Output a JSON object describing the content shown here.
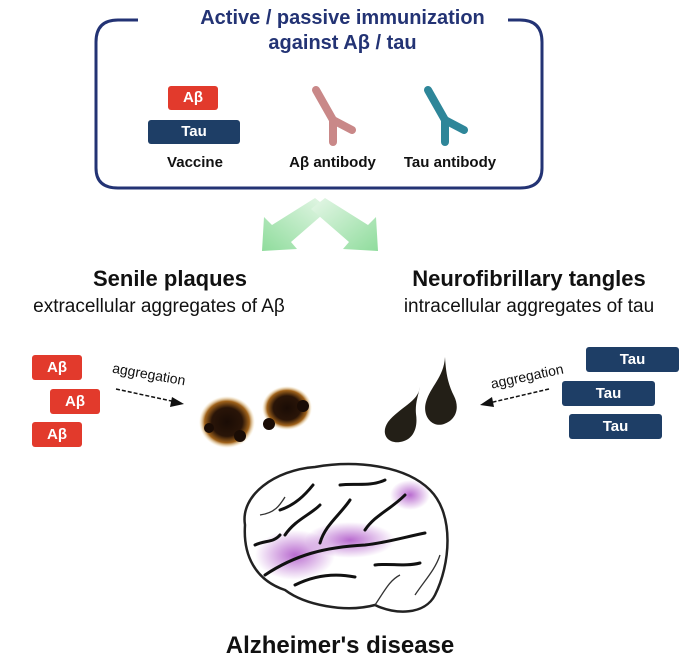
{
  "immunization": {
    "title_line1": "Active / passive immunization",
    "title_line2": "against Aβ / tau",
    "vaccine": {
      "ab_tag": "Aβ",
      "tau_tag": "Tau",
      "label": "Vaccine"
    },
    "ab_antibody": {
      "label": "Aβ antibody",
      "color": "#c98888"
    },
    "tau_antibody": {
      "label": "Tau antibody",
      "color": "#2e8699"
    },
    "frame_color": "#233374"
  },
  "arrows": {
    "color": "#8fdc9c"
  },
  "plaques": {
    "title": "Senile plaques",
    "subtitle": "extracellular aggregates of Aβ",
    "tags": [
      "Aβ",
      "Aβ",
      "Aβ"
    ],
    "process_label": "aggregation"
  },
  "tangles": {
    "title": "Neurofibrillary tangles",
    "subtitle": "intracellular aggregates of tau",
    "tags": [
      "Tau",
      "Tau",
      "Tau"
    ],
    "process_label": "aggregation"
  },
  "disease": {
    "label": "Alzheimer's disease",
    "highlight_color": "#a23bc0"
  }
}
